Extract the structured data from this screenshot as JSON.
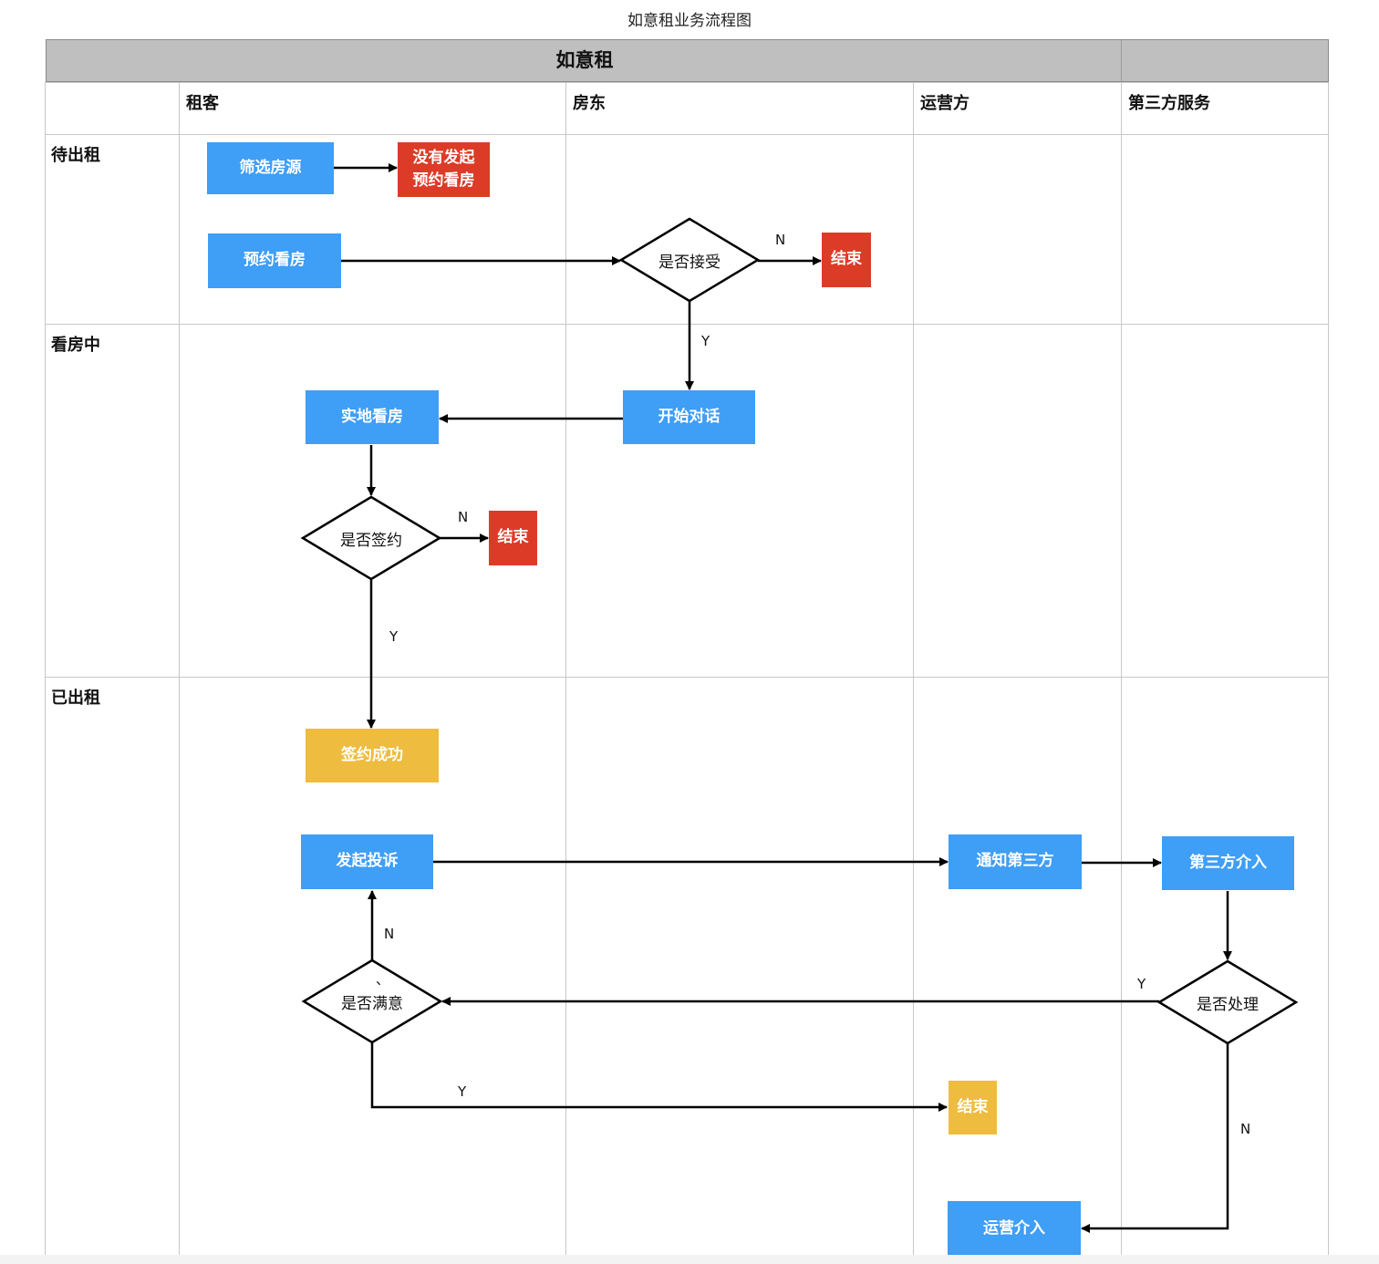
{
  "title": "如意租业务流程图",
  "pool": {
    "name": "如意租"
  },
  "roles": [
    "租客",
    "房东",
    "运营方",
    "第三方服务"
  ],
  "stages": [
    "待出租",
    "看房中",
    "已出租"
  ],
  "nodes": {
    "filter_listing": "筛选房源",
    "no_booking_line1": "没有发起",
    "no_booking_line2": "预约看房",
    "book_viewing": "预约看房",
    "accept_decision": "是否接受",
    "end_1": "结束",
    "start_chat": "开始对话",
    "onsite_viewing": "实地看房",
    "sign_decision": "是否签约",
    "end_2": "结束",
    "sign_success": "签约成功",
    "file_complaint": "发起投诉",
    "notify_third_party": "通知第三方",
    "third_party_intervene": "第三方介入",
    "satisfied_decision": "是否满意",
    "handled_decision": "是否处理",
    "end_3": "结束",
    "ops_intervene": "运营介入"
  },
  "edge_labels": {
    "accept_no": "N",
    "accept_yes": "Y",
    "sign_no": "N",
    "sign_yes": "Y",
    "satisfied_no": "N",
    "satisfied_yes": "Y",
    "handled_yes": "Y",
    "handled_no": "N",
    "stray_mark": "、"
  },
  "colors": {
    "process": "#3f9ef5",
    "terminal_red": "#dc3b28",
    "terminal_yellow": "#eebc3e",
    "header": "#bfbfbf",
    "grid": "#c8c8c8"
  }
}
